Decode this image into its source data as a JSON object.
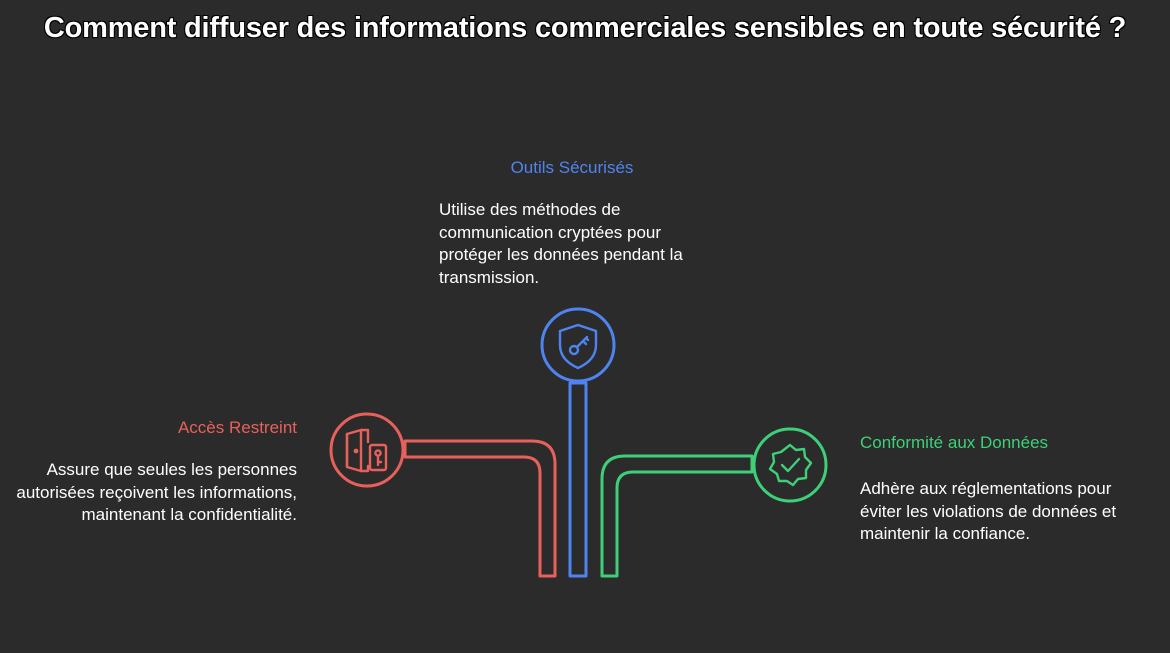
{
  "title": "Comment diffuser des informations commerciales sensibles en toute sécurité ?",
  "colors": {
    "background": "#2b2b2b",
    "red": "#e8605c",
    "blue": "#4f84f0",
    "green": "#3ecf79"
  },
  "items": [
    {
      "heading": "Accès Restreint",
      "description": "Assure que seules les personnes autorisées reçoivent les informations, maintenant la confidentialité.",
      "icon": "door-key-icon",
      "color": "#e8605c"
    },
    {
      "heading": "Outils Sécurisés",
      "description": "Utilise des méthodes de communication cryptées pour protéger les données pendant la transmission.",
      "icon": "shield-key-icon",
      "color": "#4f84f0"
    },
    {
      "heading": "Conformité aux Données",
      "description": "Adhère aux réglementations pour éviter les violations de données et maintenir la confiance.",
      "icon": "badge-check-icon",
      "color": "#3ecf79"
    }
  ]
}
